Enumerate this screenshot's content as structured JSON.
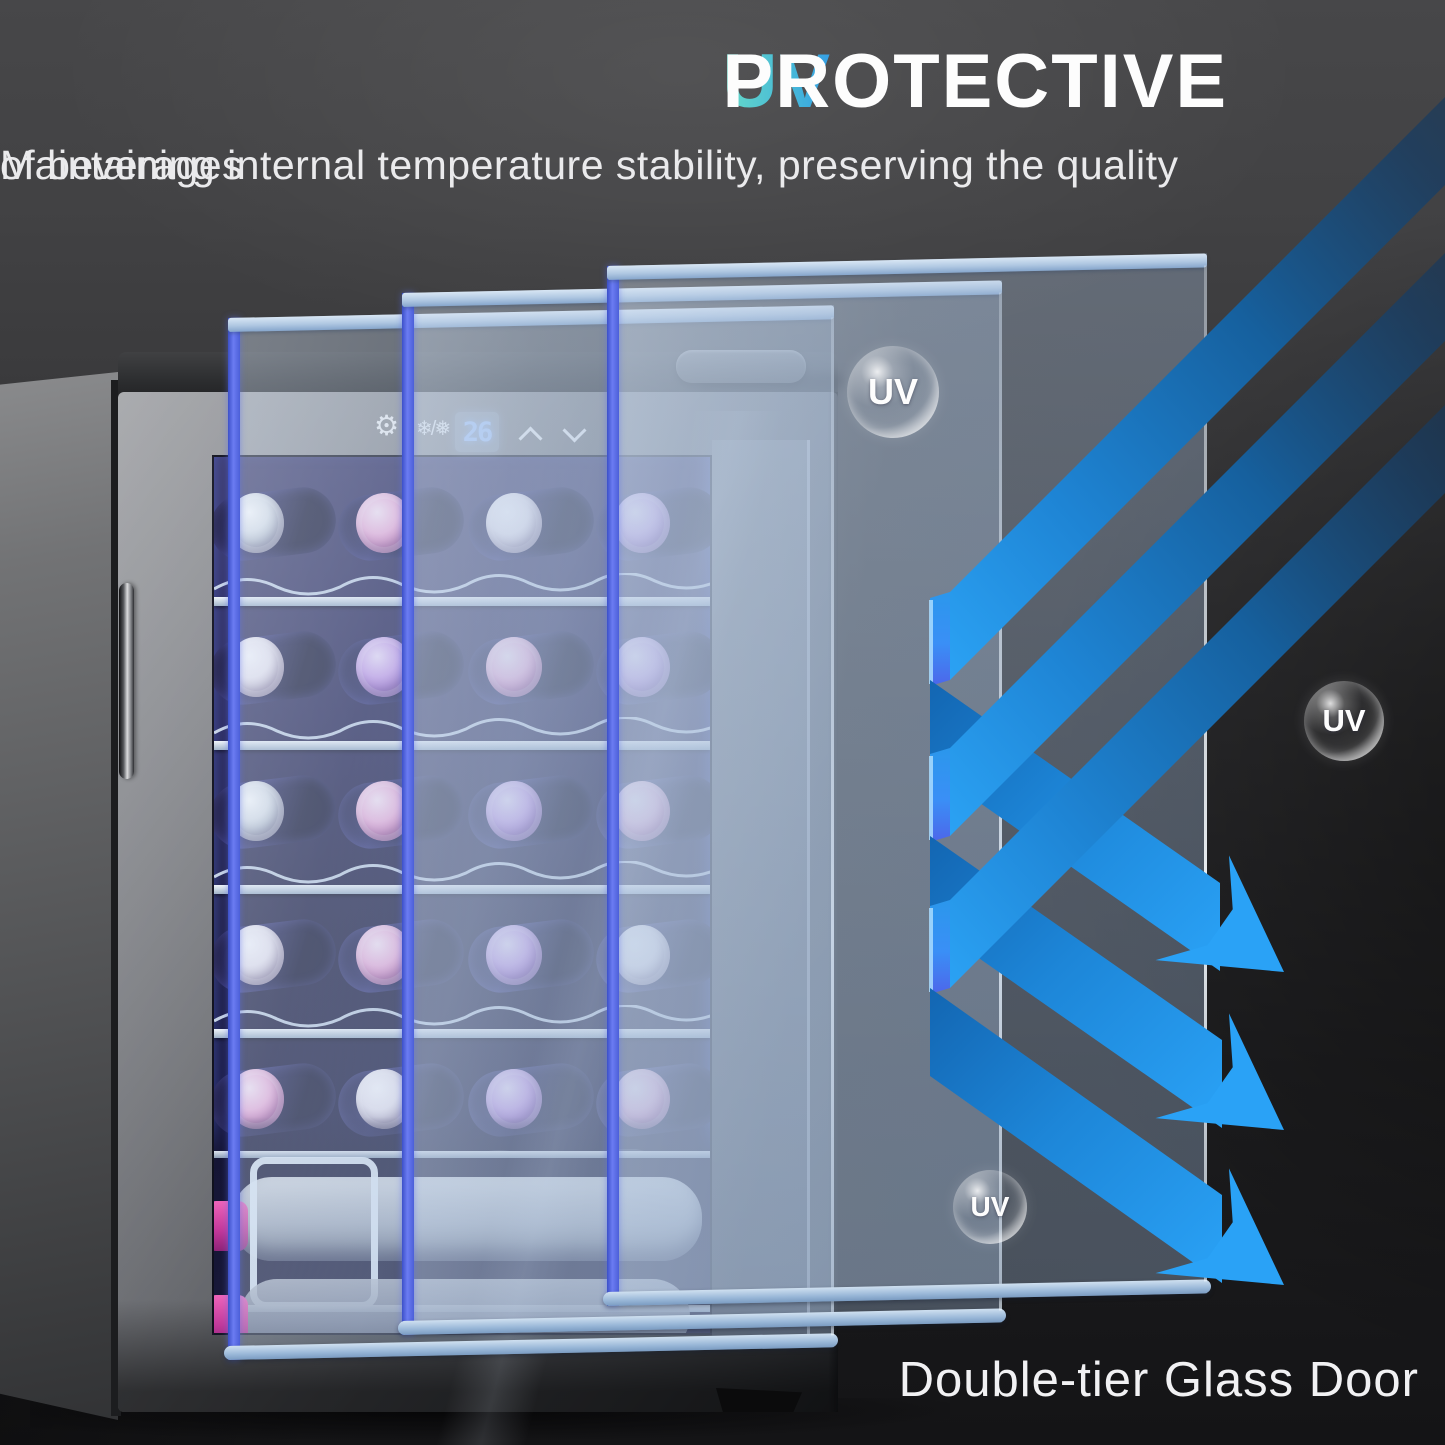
{
  "header": {
    "title_accent": "UV",
    "title_main": "PROTECTIVE",
    "subtitle_line1": "Maintaining internal temperature stability, preserving the quality",
    "subtitle_line2": "of beverages"
  },
  "caption": "Double-tier Glass Door",
  "badges": {
    "top": "UV",
    "right": "UV",
    "bottom": "UV"
  },
  "control_panel": {
    "temperature_value": "26",
    "gear_icon": "⚙",
    "mode_icon": "❄/❅"
  },
  "colors": {
    "title_gradient_start": "#66dac8",
    "title_gradient_end": "#2f96ea",
    "ribbon_blue": "#2aa2f6",
    "arrow_blue": "#2aa2f6",
    "pane_edge_blue": "#5b6ee8",
    "pane_bar_blue": "#b4cbe6",
    "led_text_blue": "#a6c8ff",
    "background_dark": "#1d1d1f"
  },
  "interior": {
    "rows": [
      {
        "caps": [
          "silver",
          "pink",
          "white",
          "violet"
        ]
      },
      {
        "caps": [
          "white",
          "violet",
          "pink",
          "violet"
        ]
      },
      {
        "caps": [
          "silver",
          "pink",
          "violet",
          "pink"
        ]
      },
      {
        "caps": [
          "white",
          "pink",
          "violet",
          "white"
        ]
      },
      {
        "caps": [
          "pink",
          "white",
          "violet",
          "pink"
        ]
      }
    ]
  }
}
